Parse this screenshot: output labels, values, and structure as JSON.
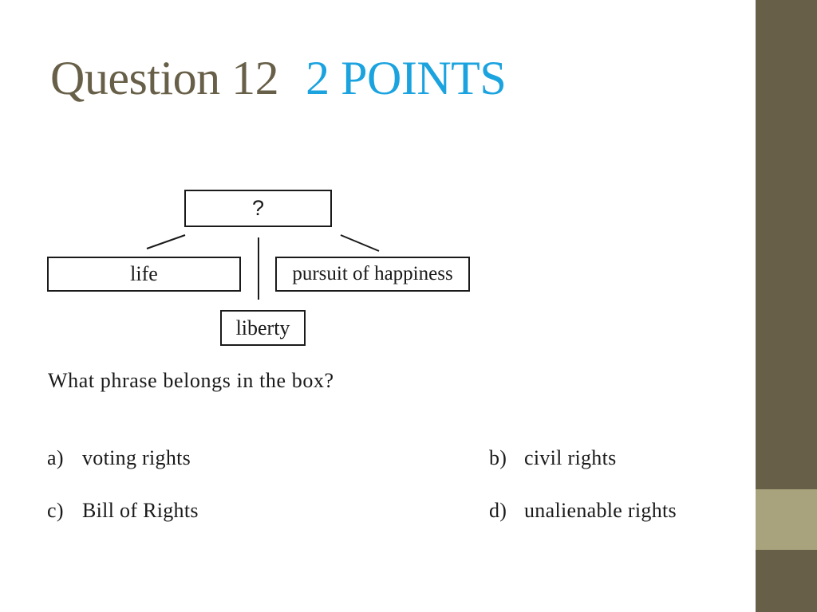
{
  "slide": {
    "title_question": "Question 12",
    "title_points": "2 POINTS",
    "accent_color": "#1ba3df",
    "theme_color": "#675f48",
    "bar_accent_color": "#a8a37c"
  },
  "diagram": {
    "top_box": "?",
    "left_box": "life",
    "right_box": "pursuit of happiness",
    "bottom_box": "liberty"
  },
  "question": {
    "prompt": "What phrase belongs in the box?"
  },
  "options": [
    {
      "letter": "a)",
      "text": "voting rights"
    },
    {
      "letter": "b)",
      "text": "civil rights"
    },
    {
      "letter": "c)",
      "text": "Bill of Rights"
    },
    {
      "letter": "d)",
      "text": "unalienable rights"
    }
  ]
}
